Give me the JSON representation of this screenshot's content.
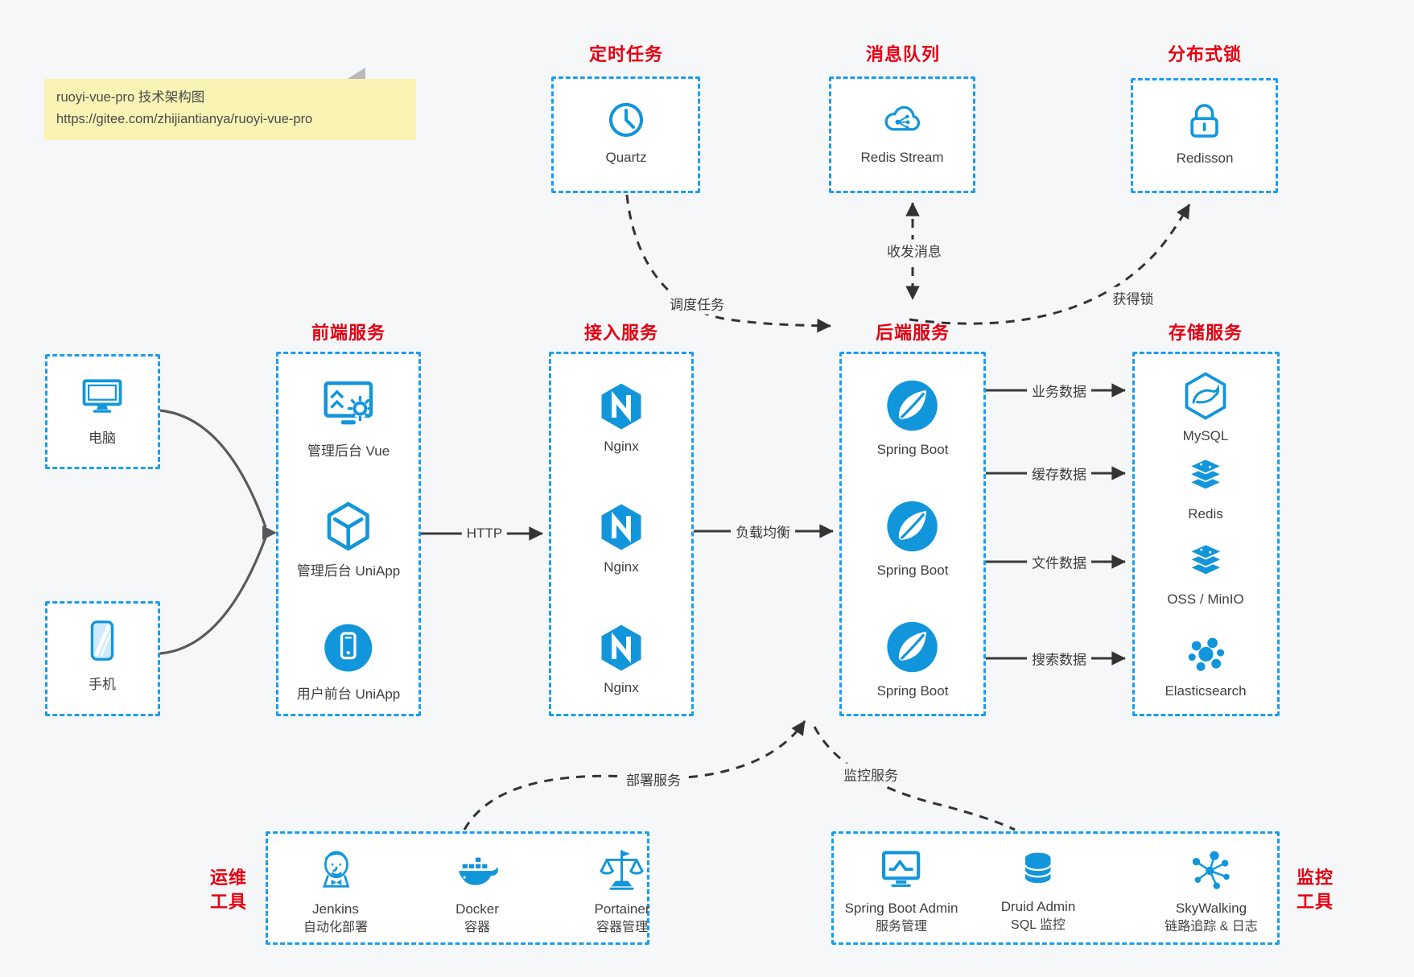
{
  "note": {
    "title": "ruoyi-vue-pro 技术架构图",
    "url": "https://gitee.com/zhijiantianya/ruoyi-vue-pro"
  },
  "top": {
    "scheduler": {
      "title": "定时任务",
      "label": "Quartz"
    },
    "mq": {
      "title": "消息队列",
      "label": "Redis Stream"
    },
    "lock": {
      "title": "分布式锁",
      "label": "Redisson"
    }
  },
  "clients": {
    "pc": {
      "label": "电脑"
    },
    "phone": {
      "label": "手机"
    }
  },
  "columns": {
    "frontend": {
      "title": "前端服务",
      "items": [
        {
          "label": "管理后台 Vue"
        },
        {
          "label": "管理后台 UniApp"
        },
        {
          "label": "用户前台 UniApp"
        }
      ]
    },
    "gateway": {
      "title": "接入服务",
      "items": [
        {
          "label": "Nginx"
        },
        {
          "label": "Nginx"
        },
        {
          "label": "Nginx"
        }
      ]
    },
    "backend": {
      "title": "后端服务",
      "items": [
        {
          "label": "Spring Boot"
        },
        {
          "label": "Spring Boot"
        },
        {
          "label": "Spring Boot"
        }
      ]
    },
    "storage": {
      "title": "存储服务",
      "items": [
        {
          "label": "MySQL"
        },
        {
          "label": "Redis"
        },
        {
          "label": "OSS / MinIO"
        },
        {
          "label": "Elasticsearch"
        }
      ]
    }
  },
  "bottom": {
    "ops": {
      "title_line1": "运维",
      "title_line2": "工具",
      "items": [
        {
          "name": "Jenkins",
          "desc": "自动化部署"
        },
        {
          "name": "Docker",
          "desc": "容器"
        },
        {
          "name": "Portainer",
          "desc": "容器管理"
        }
      ]
    },
    "monitoring": {
      "title_line1": "监控",
      "title_line2": "工具",
      "items": [
        {
          "name": "Spring Boot Admin",
          "desc": "服务管理"
        },
        {
          "name": "Druid Admin",
          "desc": "SQL 监控"
        },
        {
          "name": "SkyWalking",
          "desc": "链路追踪 & 日志"
        }
      ]
    }
  },
  "edges": {
    "http": "HTTP",
    "load_balance": "负载均衡",
    "schedule": "调度任务",
    "message": "收发消息",
    "get_lock": "获得锁",
    "business": "业务数据",
    "cache": "缓存数据",
    "file": "文件数据",
    "search": "搜索数据",
    "deploy": "部署服务",
    "monitor": "监控服务"
  },
  "colors": {
    "icon_blue": "#1296db",
    "dash_blue": "#1b9df0",
    "title_red": "#e60012"
  }
}
